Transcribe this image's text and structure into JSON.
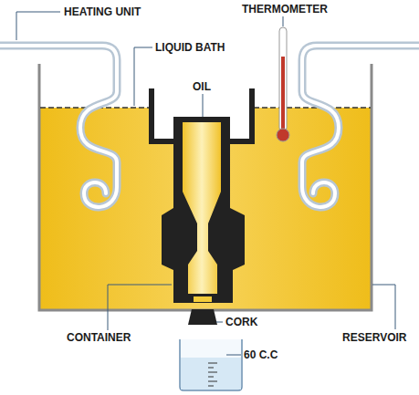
{
  "diagram": {
    "labels": [
      "HEATING UNIT",
      "THERMOMETER",
      "LIQUID BATH",
      "OIL",
      "CONTAINER",
      "CORK",
      "RESERVOIR",
      "60 C.C"
    ]
  }
}
